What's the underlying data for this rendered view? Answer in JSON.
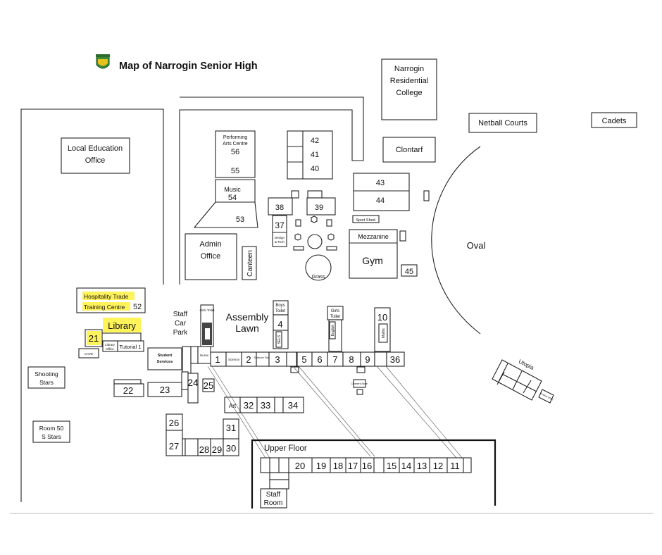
{
  "title": "Map of Narrogin Senior High",
  "logo_icon": "school-crest-icon",
  "colors": {
    "highlight": "#fff35a",
    "line": "#222222"
  },
  "labels": {
    "residential_1": "Narrogin",
    "residential_2": "Residential",
    "residential_3": "College",
    "netball": "Netball Courts",
    "cadets": "Cadets",
    "leo_1": "Local Education",
    "leo_2": "Office",
    "pac_1": "Performing",
    "pac_2": "Arts Centre",
    "r56": "56",
    "r55": "55",
    "r42": "42",
    "r41": "41",
    "r40": "40",
    "clontarf": "Clontarf",
    "r43": "43",
    "r44": "44",
    "music": "Music",
    "r54": "54",
    "r53": "53",
    "r38": "38",
    "r39": "39",
    "r37": "37",
    "design_1": "Design",
    "design_2": "& Tech",
    "sport_shed": "Sport Shed",
    "mezzanine": "Mezzanine",
    "gym": "Gym",
    "r45": "45",
    "oval": "Oval",
    "admin_1": "Admin",
    "admin_2": "Office",
    "canteen": "Canteen",
    "grass": "Grass",
    "hosp_1": "Hospitality Trade",
    "hosp_2": "Training Centre",
    "r52": "52",
    "library": "Library",
    "r21": "21",
    "staff_1": "Staff",
    "staff_2": "Car",
    "staff_3": "Park",
    "girls_toilet": "Girls Toilet",
    "assembly_1": "Assembly",
    "assembly_2": "Lawn",
    "boys_toilet_1": "Boys",
    "boys_toilet_2": "Toilet",
    "r4": "4",
    "sels": "SELS",
    "girls_toilet2_1": "Girls",
    "girls_toilet2_2": "Toilet",
    "english": "English",
    "r10": "10",
    "maths": "Maths",
    "cave": "CAVE",
    "library_office_1": "Library",
    "library_office_2": "Office",
    "tutorial": "Tutorial 1",
    "student_services_1": "Student",
    "student_services_2": "Services",
    "nurse": "Nurse",
    "r1": "1",
    "science": "Science",
    "r2": "2",
    "science_store": "Science Store",
    "r3": "3",
    "r5": "5",
    "r6": "6",
    "r7": "7",
    "r8": "8",
    "r9": "9",
    "r36": "36",
    "shooting_1": "Shooting",
    "shooting_2": "Stars",
    "r22": "22",
    "r23": "23",
    "r24": "24",
    "r25": "25",
    "cleaners_store": "Cleaners Store",
    "art": "Art",
    "r32": "32",
    "r33": "33",
    "r34": "34",
    "utopia": "Utopia",
    "cricket_shed": "Cricket Shed",
    "room50_1": "Room 50",
    "room50_2": "S Stars",
    "r26": "26",
    "r27": "27",
    "r28": "28",
    "r29": "29",
    "r30": "30",
    "r31": "31",
    "upper_floor": "Upper Floor",
    "r20": "20",
    "r19": "19",
    "r18": "18",
    "r17": "17",
    "r16": "16",
    "r15": "15",
    "r14": "14",
    "r13": "13",
    "r12": "12",
    "r11": "11",
    "staffroom_1": "Staff",
    "staffroom_2": "Room"
  }
}
